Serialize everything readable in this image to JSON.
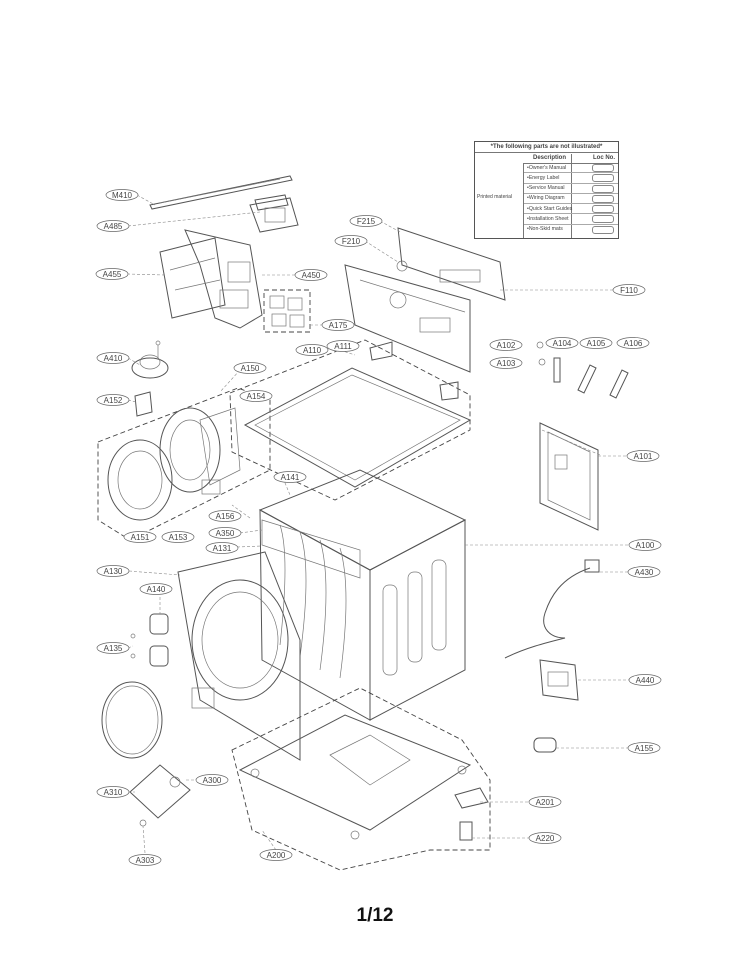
{
  "notice_table": {
    "title": "*The following parts are not illustrated*",
    "col_description": "Description",
    "col_loc": "Loc No.",
    "group_label": "Printed material",
    "rows": [
      "•Owner's Manual",
      "•Energy Label",
      "•Service Manual",
      "•Wiring Diagram",
      "•Quick Start Guides",
      "•Installation Sheet",
      "•Non-Skid mats"
    ]
  },
  "callouts": {
    "M410": "M410",
    "A485": "A485",
    "A455": "A455",
    "A450": "A450",
    "A175": "A175",
    "F215": "F215",
    "F210": "F210",
    "F110": "F110",
    "A410": "A410",
    "A110": "A110",
    "A111": "A111",
    "A150": "A150",
    "A154": "A154",
    "A152": "A152",
    "A102": "A102",
    "A103": "A103",
    "A104": "A104",
    "A105": "A105",
    "A106": "A106",
    "A101": "A101",
    "A141": "A141",
    "A156": "A156",
    "A151": "A151",
    "A153": "A153",
    "A350": "A350",
    "A131": "A131",
    "A100": "A100",
    "A130": "A130",
    "A140": "A140",
    "A430": "A430",
    "A135": "A135",
    "A440": "A440",
    "A155": "A155",
    "A310": "A310",
    "A300": "A300",
    "A201": "A201",
    "A200": "A200",
    "A220": "A220",
    "A303": "A303"
  },
  "page_number": "1/12"
}
